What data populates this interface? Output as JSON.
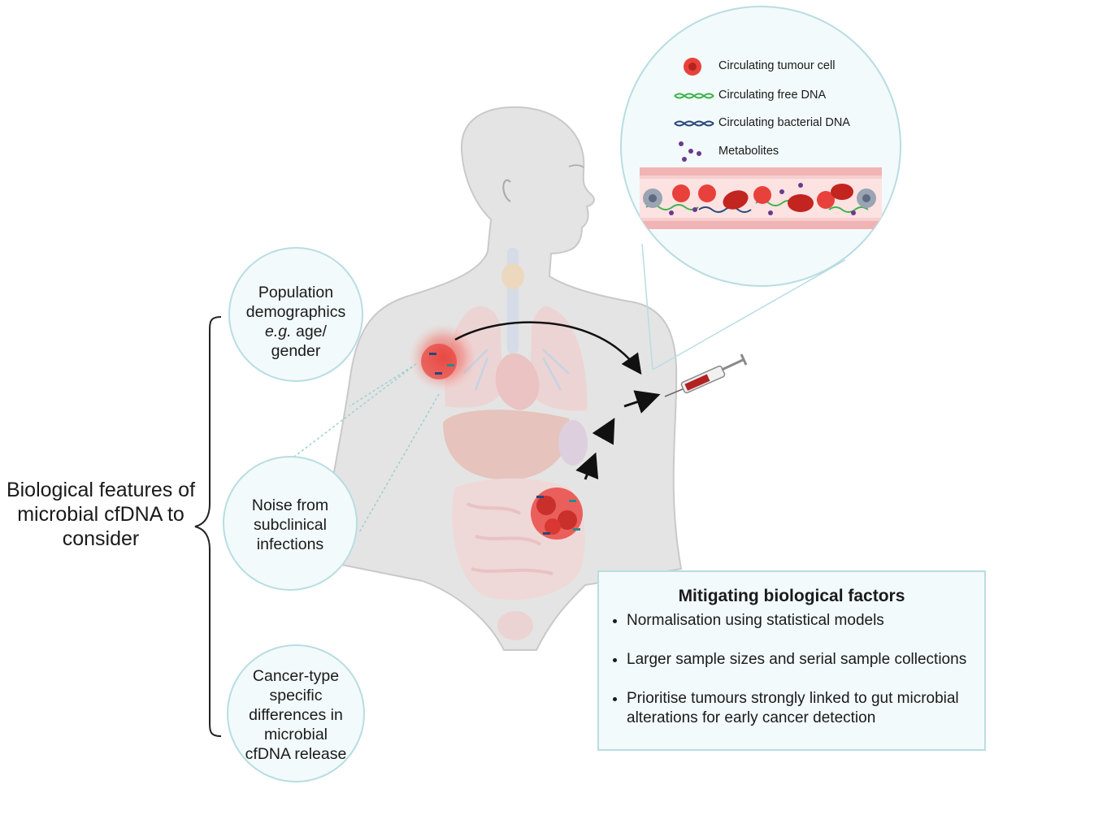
{
  "main_title": "Biological features of microbial cfDNA to consider",
  "features": [
    {
      "line1": "Population",
      "line2": "demographics",
      "line3_italic": "e.g.",
      "line3_rest": " age/",
      "line4": "gender"
    },
    {
      "text": "Noise from subclinical infections"
    },
    {
      "text": "Cancer-type specific differences in microbial cfDNA release"
    }
  ],
  "legend": {
    "items": [
      {
        "label": "Circulating tumour cell",
        "icon": "tumour-cell-icon"
      },
      {
        "label": "Circulating free DNA",
        "icon": "dna-helix-icon"
      },
      {
        "label": "Circulating bacterial DNA",
        "icon": "dna-helix-icon"
      },
      {
        "label": "Metabolites",
        "icon": "dots-icon"
      }
    ]
  },
  "mitigation": {
    "title": "Mitigating biological factors",
    "bullets": [
      "Normalisation using statistical models",
      "Larger sample sizes and serial sample collections",
      "Prioritise tumours strongly linked to gut microbial alterations for early cancer detection"
    ]
  },
  "colors": {
    "circle_stroke": "#b8dde3",
    "circle_fill": "#f3fafb",
    "tumour_red": "#e8413c",
    "free_dna_green": "#3db34a",
    "bacterial_dna_navy": "#27477a",
    "metabolite_purple": "#6b3a8e",
    "body_gray": "#e4e4e4"
  }
}
